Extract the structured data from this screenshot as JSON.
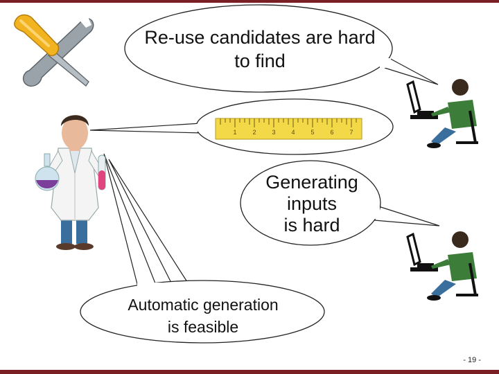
{
  "slide": {
    "bubbles": {
      "reuse": "Re-use candidates are hard to find",
      "inputs_line1": "Generating",
      "inputs_line2": "inputs",
      "inputs_line3": "is hard",
      "auto_line1": "Automatic generation",
      "auto_line2": "is feasible"
    },
    "ruler_ticks": [
      "1",
      "2",
      "3",
      "4",
      "5",
      "6",
      "7"
    ],
    "page_number": "- 19 -",
    "colors": {
      "accent_bar": "#7a1f24",
      "ruler": "#f3d848",
      "wrench_handle": "#f2b320",
      "shirt_green": "#3d7d3a",
      "pants_blue": "#3a6e9c"
    },
    "icons": [
      "wrench-screwdriver-icon",
      "ruler-icon",
      "scientist-icon",
      "developer-at-computer-icon"
    ]
  }
}
